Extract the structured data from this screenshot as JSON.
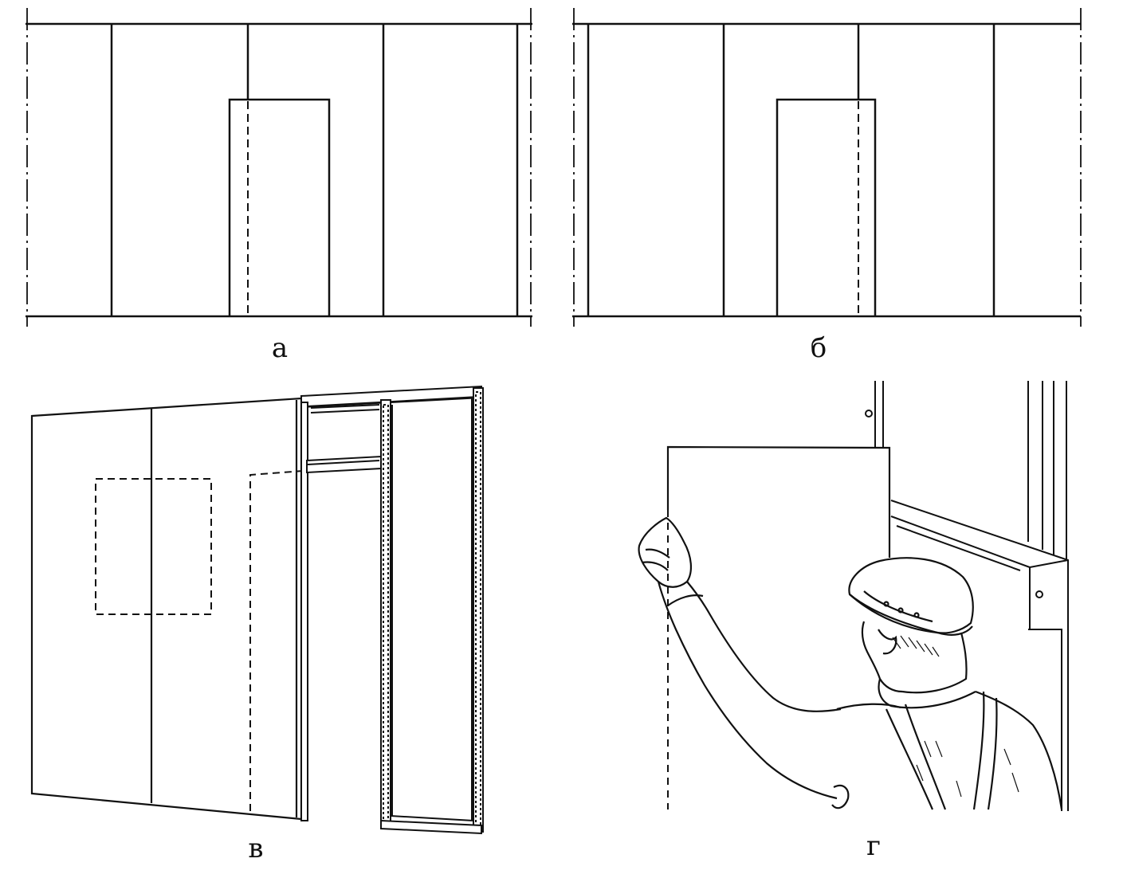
{
  "panels": {
    "a": {
      "label": "а"
    },
    "b": {
      "label": "б"
    },
    "v": {
      "label": "в"
    },
    "g": {
      "label": "г"
    }
  },
  "colors": {
    "ink": "#111111",
    "background": "#ffffff"
  }
}
